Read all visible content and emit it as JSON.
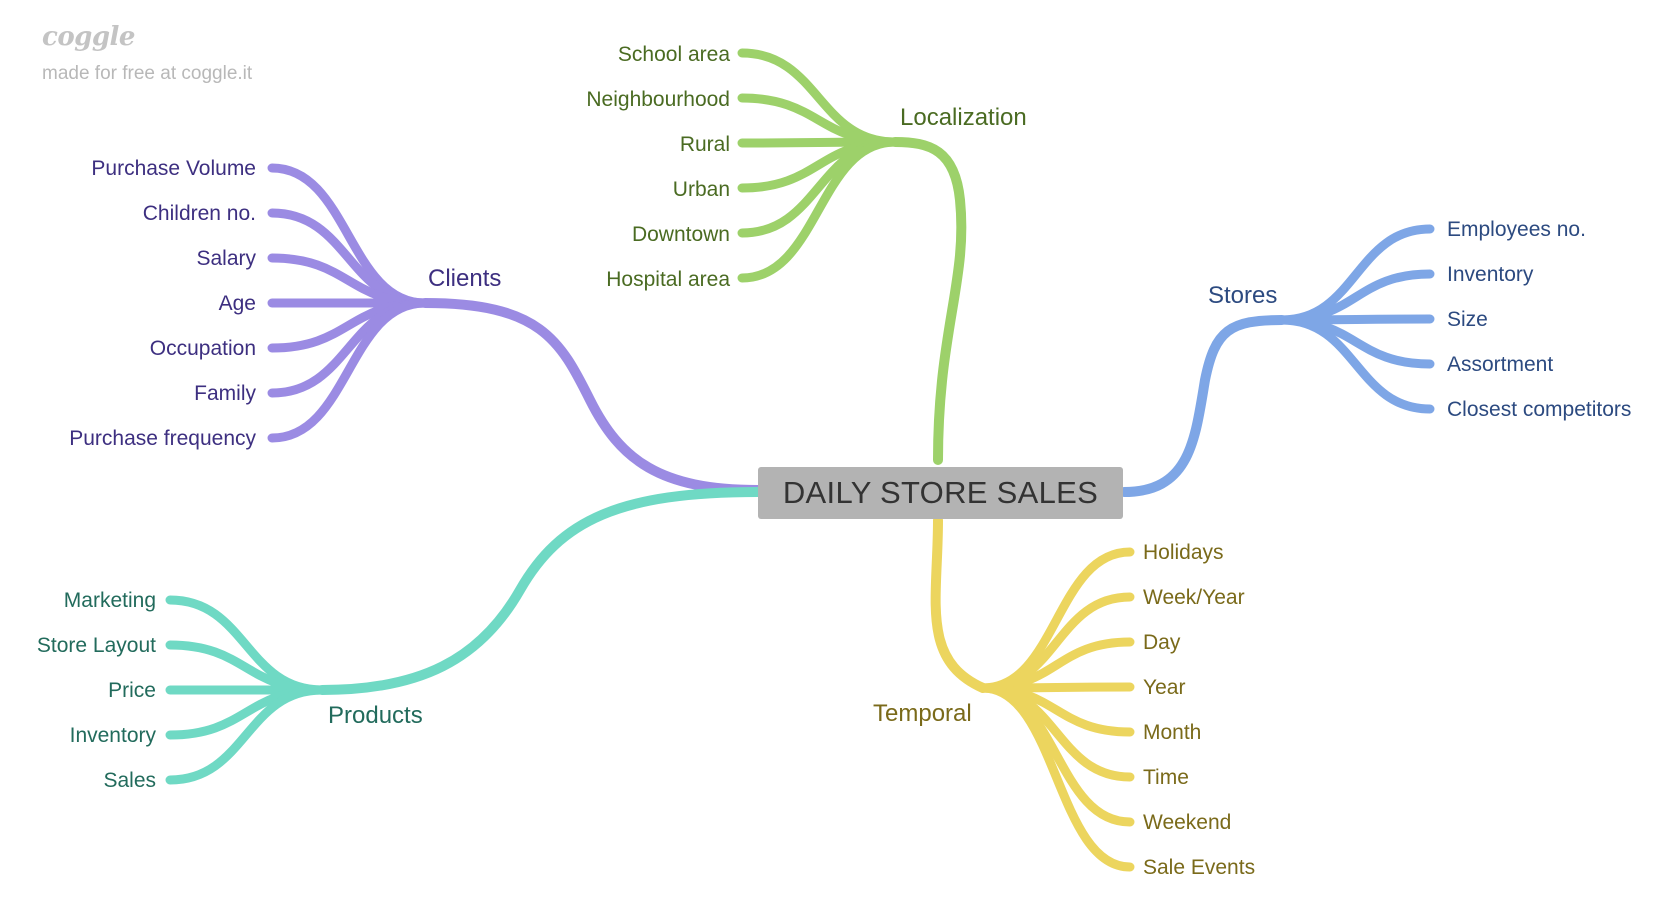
{
  "watermark": {
    "logo": "coggle",
    "text": "made for free at coggle.it"
  },
  "root": {
    "label": "DAILY STORE SALES"
  },
  "branches": {
    "localization": {
      "label": "Localization",
      "color": "#9dd16a",
      "text_color": "#4a6b22",
      "items": [
        "School area",
        "Neighbourhood",
        "Rural",
        "Urban",
        "Downtown",
        "Hospital area"
      ]
    },
    "clients": {
      "label": "Clients",
      "color": "#9b8be3",
      "text_color": "#3d2f80",
      "items": [
        "Purchase Volume",
        "Children no.",
        "Salary",
        "Age",
        "Occupation",
        "Family",
        "Purchase frequency"
      ]
    },
    "stores": {
      "label": "Stores",
      "color": "#7ea6e6",
      "text_color": "#2c4a80",
      "items": [
        "Employees no.",
        "Inventory",
        "Size",
        "Assortment",
        "Closest competitors"
      ]
    },
    "products": {
      "label": "Products",
      "color": "#6fd9c4",
      "text_color": "#226b5c",
      "items": [
        "Marketing",
        "Store Layout",
        "Price",
        "Inventory",
        "Sales"
      ]
    },
    "temporal": {
      "label": "Temporal",
      "color": "#ecd55e",
      "text_color": "#7a6a1a",
      "items": [
        "Holidays",
        "Week/Year",
        "Day",
        "Year",
        "Month",
        "Time",
        "Weekend",
        "Sale Events"
      ]
    }
  }
}
